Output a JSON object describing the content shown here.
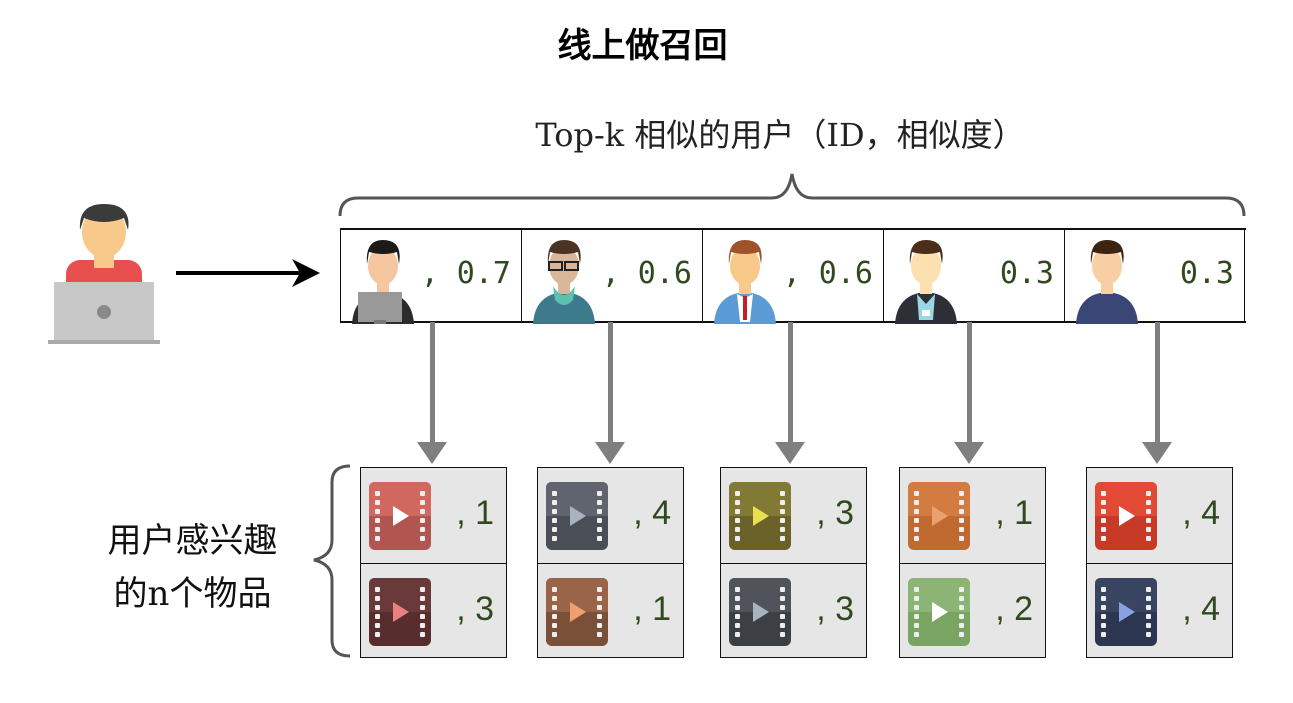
{
  "title": "线上做召回",
  "subtitle": "Top-k 相似的用户（ID，相似度）",
  "left_label": {
    "line1": "用户感兴趣",
    "line2": "的n个物品"
  },
  "similar_users": [
    {
      "avatar": "businessman-laptop-icon",
      "similarity": ", 0.7"
    },
    {
      "avatar": "glasses-scarf-man-icon",
      "similarity": ", 0.6"
    },
    {
      "avatar": "tie-man-icon",
      "similarity": ", 0.6"
    },
    {
      "avatar": "badge-man-icon",
      "similarity": "0.3"
    },
    {
      "avatar": "woman-icon",
      "similarity": "0.3"
    }
  ],
  "item_groups": [
    [
      {
        "label": ", 1",
        "colors": [
          "#d06860",
          "#b05550",
          "#ffffff"
        ]
      },
      {
        "label": ", 3",
        "colors": [
          "#6a3a3a",
          "#572d2d",
          "#e88080"
        ]
      }
    ],
    [
      {
        "label": ", 4",
        "colors": [
          "#60646e",
          "#4a4e56",
          "#a8b2c0"
        ]
      },
      {
        "label": ", 1",
        "colors": [
          "#9a6448",
          "#7a5038",
          "#f0a070"
        ]
      }
    ],
    [
      {
        "label": ", 3",
        "colors": [
          "#807a35",
          "#6a6228",
          "#e8e050"
        ]
      },
      {
        "label": ", 3",
        "colors": [
          "#50535a",
          "#3c3f44",
          "#a8b2c0"
        ]
      }
    ],
    [
      {
        "label": ", 1",
        "colors": [
          "#d27c42",
          "#c06a32",
          "#eba070"
        ]
      },
      {
        "label": ", 2",
        "colors": [
          "#8cb474",
          "#7aa462",
          "#ffffff"
        ]
      }
    ],
    [
      {
        "label": ", 4",
        "colors": [
          "#e24a36",
          "#c83a28",
          "#ffffff"
        ]
      },
      {
        "label": ", 4",
        "colors": [
          "#384460",
          "#2c3650",
          "#8aa0e0"
        ]
      }
    ]
  ]
}
